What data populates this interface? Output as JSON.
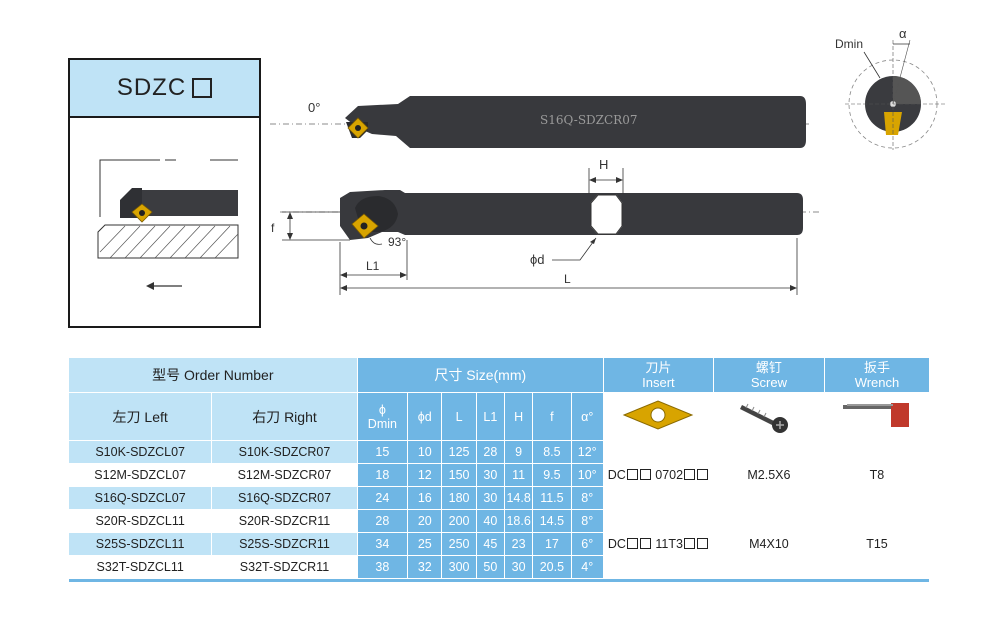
{
  "title": "SDZC",
  "drawing": {
    "angle_top": "0°",
    "bar_marking": "S16Q-SDZCR07",
    "label_H": "H",
    "label_f": "f",
    "angle_93": "93°",
    "label_L1": "L1",
    "label_L": "L",
    "label_phid": "ϕd",
    "label_Dmin": "Dmin",
    "label_alpha": "α"
  },
  "table": {
    "header": {
      "order_number": "型号 Order Number",
      "size": "尺寸 Size(mm)",
      "insert_cn": "刀片",
      "insert_en": "Insert",
      "screw_cn": "螺钉",
      "screw_en": "Screw",
      "wrench_cn": "扳手",
      "wrench_en": "Wrench",
      "left": "左刀 Left",
      "right": "右刀 Right",
      "phi": "ϕ",
      "dmin": "Dmin",
      "phid": "ϕd",
      "L": "L",
      "L1": "L1",
      "H": "H",
      "f": "f",
      "alpha": "α°"
    },
    "rows": [
      {
        "left": "S10K-SDZCL07",
        "right": "S10K-SDZCR07",
        "dmin": "15",
        "d": "10",
        "L": "125",
        "L1": "28",
        "H": "9",
        "f": "8.5",
        "a": "12°"
      },
      {
        "left": "S12M-SDZCL07",
        "right": "S12M-SDZCR07",
        "dmin": "18",
        "d": "12",
        "L": "150",
        "L1": "30",
        "H": "11",
        "f": "9.5",
        "a": "10°"
      },
      {
        "left": "S16Q-SDZCL07",
        "right": "S16Q-SDZCR07",
        "dmin": "24",
        "d": "16",
        "L": "180",
        "L1": "30",
        "H": "14.8",
        "f": "11.5",
        "a": "8°"
      },
      {
        "left": "S20R-SDZCL11",
        "right": "S20R-SDZCR11",
        "dmin": "28",
        "d": "20",
        "L": "200",
        "L1": "40",
        "H": "18.6",
        "f": "14.5",
        "a": "8°"
      },
      {
        "left": "S25S-SDZCL11",
        "right": "S25S-SDZCR11",
        "dmin": "34",
        "d": "25",
        "L": "250",
        "L1": "45",
        "H": "23",
        "f": "17",
        "a": "6°"
      },
      {
        "left": "S32T-SDZCL11",
        "right": "S32T-SDZCR11",
        "dmin": "38",
        "d": "32",
        "L": "300",
        "L1": "50",
        "H": "30",
        "f": "20.5",
        "a": "4°"
      }
    ],
    "groups": [
      {
        "insert_a": "DC",
        "insert_b": "0702",
        "screw": "M2.5X6",
        "wrench": "T8"
      },
      {
        "insert_a": "DC",
        "insert_b": "11T3",
        "screw": "M4X10",
        "wrench": "T15"
      }
    ]
  },
  "colors": {
    "blue": "#6fb6e4",
    "light_blue": "#bfe3f6",
    "insert_gold": "#d8a400",
    "wrench_red": "#c0392b"
  }
}
